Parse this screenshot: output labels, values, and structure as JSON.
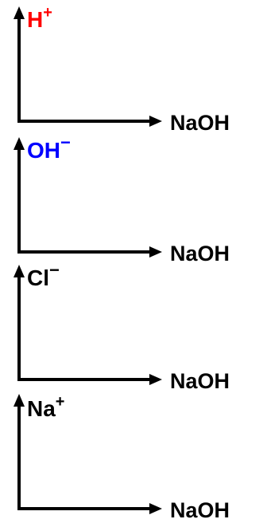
{
  "panels": [
    {
      "ion": {
        "symbol": "H",
        "charge": "+",
        "color": "#ff0000"
      },
      "x_label": "NaOH"
    },
    {
      "ion": {
        "symbol": "OH",
        "charge": "−",
        "color": "#0000ff"
      },
      "x_label": "NaOH"
    },
    {
      "ion": {
        "symbol": "Cl",
        "charge": "−",
        "color": "#000000"
      },
      "x_label": "NaOH"
    },
    {
      "ion": {
        "symbol": "Na",
        "charge": "+",
        "color": "#000000"
      },
      "x_label": "NaOH"
    }
  ],
  "axis_color": "#000000"
}
